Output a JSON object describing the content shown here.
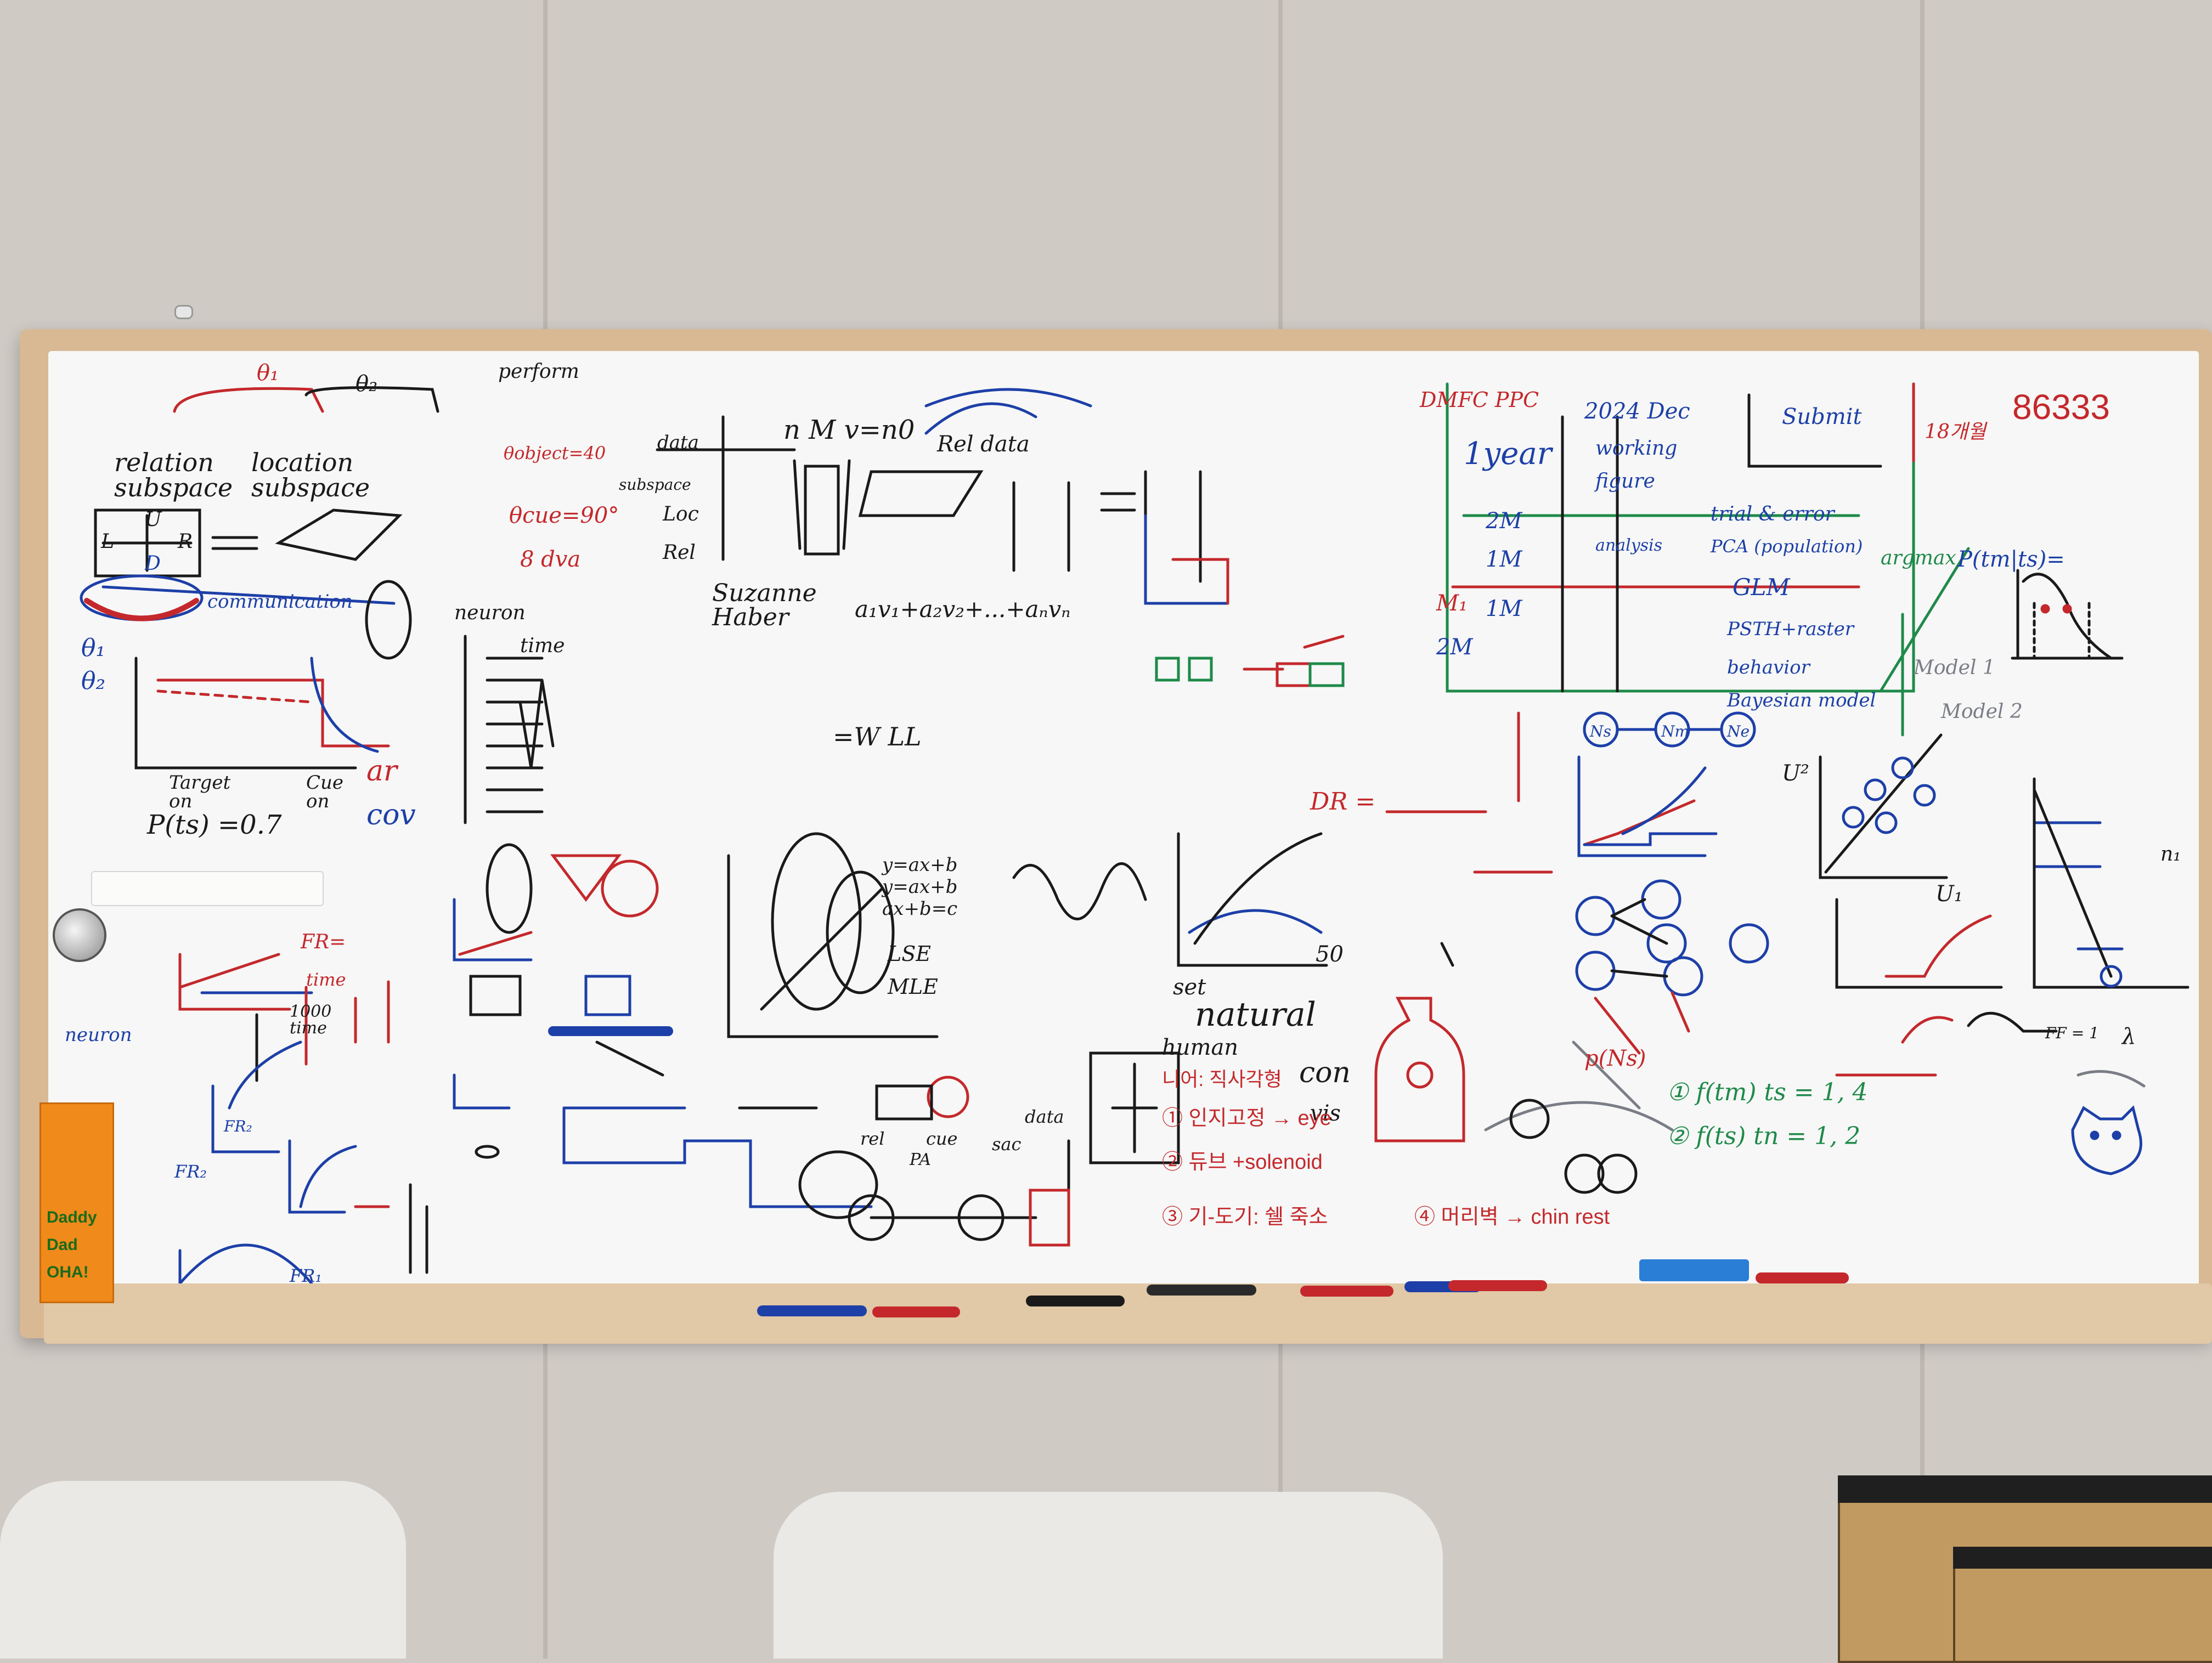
{
  "board": {
    "left_top": {
      "theta1": "θ₁",
      "theta2": "θ₂",
      "relation_subspace": "relation\nsubspace",
      "location_subspace": "location\nsubspace",
      "perform": "perform",
      "lcr_labels": [
        "U",
        "L",
        "R",
        "D"
      ],
      "communication": "communication",
      "theta_object": "θobject=40",
      "theta_cue": "θcue=90°",
      "eight_dva": "8 dva",
      "theta_axis": [
        "θ₁",
        "θ₂"
      ],
      "target_on": "Target\non",
      "cue_on": "Cue\non",
      "ar": "ar",
      "cov": "cov",
      "p_ts": "P(ts) =0.7",
      "neuron": "neuron",
      "time": "time",
      "fr_eq": "FR=",
      "time_label": "time",
      "thousand": "1000\ntime",
      "neuron_left": "neuron",
      "fr1": "FR₁",
      "fr2": "FR₂",
      "fr_top": "FR₂"
    },
    "center": {
      "nmv": "n M v=n0",
      "rel_data": "Rel data",
      "data": "data",
      "subspace": "subspace",
      "loc": "Loc",
      "rel": "Rel",
      "suzanne": "Suzanne\nHaber",
      "av_sum": "a₁v₁+a₂v₂+...+aₙvₙ",
      "wll": "=W LL",
      "y_ax": "y=ax+b",
      "y_ax2": "y=ax+b",
      "ax_b": "ax+b=c",
      "lse": "LSE",
      "mle": "MLE",
      "set": "set",
      "fifty": "50",
      "dr": "DR =",
      "rel2": "rel",
      "cue": "cue",
      "sac": "sac",
      "data2": "data",
      "pa": "PA"
    },
    "right": {
      "dmfc_ppc": "DMFC PPC",
      "one_year": "1year",
      "year_2024": "2024 Dec",
      "submit": "Submit",
      "working": "working",
      "figure": "figure",
      "two_m": "2M",
      "one_m": "1M",
      "analysis": "analysis",
      "trial_error": "trial & error",
      "pca": "PCA (population)",
      "glm": "GLM",
      "psth": "PSTH+raster",
      "behavior": "behavior",
      "bayesian": "Bayesian model",
      "m1": "M₁",
      "one_m2": "1M",
      "two_m2": "2M",
      "number": "86333",
      "eighteen": "18개월",
      "argmax": "argmax",
      "ptm_ts": "P(tm|ts)=",
      "model1": "Model 1",
      "model2": "Model 2",
      "natural": "natural",
      "human": "human",
      "korean1": "니어: 직사각형",
      "con": "con",
      "vis": "vis",
      "item1": "① 인지고정 → eye",
      "item2": "② 듀브 +solenoid",
      "item3": "③ 기-도기: 쉘 죽소",
      "item4": "④ 머리벽 → chin rest",
      "f_tm": "① f(tm)  ts = 1, 4",
      "f_ts": "② f(ts)  tn = 1, 2",
      "p_ns": "p(Ns)",
      "nm": "Nm",
      "ne": "Ne",
      "ns": "Ns",
      "u2": "U²",
      "u1": "U₁",
      "n1": "n₁",
      "lambda": "λ",
      "ff": "FF = 1"
    },
    "sticker": {
      "line1": "Daddy",
      "line2": "Dad",
      "line3": "OHA!"
    }
  }
}
